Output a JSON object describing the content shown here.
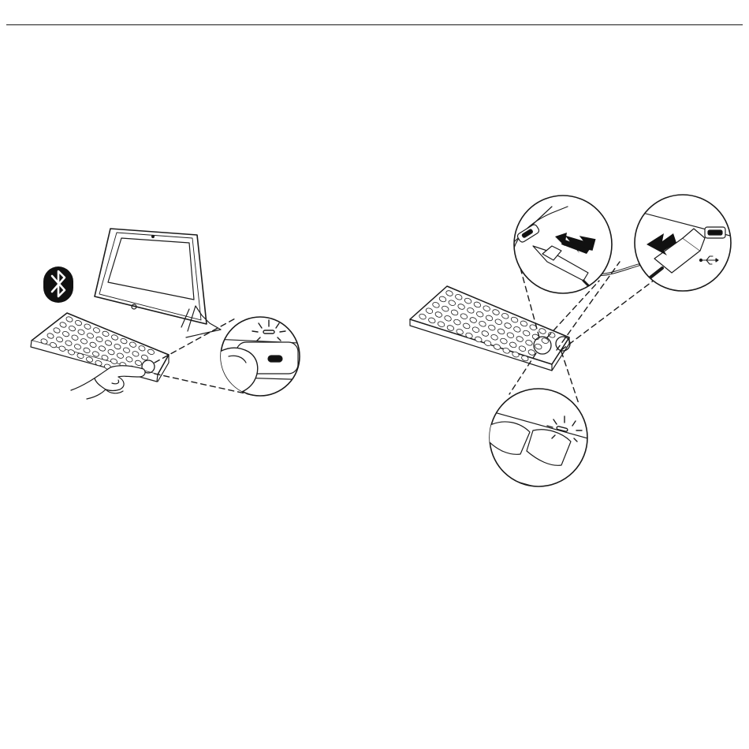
{
  "diagram": {
    "left_panel": {
      "icon": "bluetooth-icon",
      "device": "tablet-with-keyboard-case",
      "detail": "button-press-closeup"
    },
    "right_panel": {
      "device": "keyboard",
      "details": [
        "micro-usb-port-closeup",
        "usb-plug-closeup",
        "status-light-closeup"
      ],
      "icons": [
        "arrow-icon",
        "usb-icon"
      ]
    },
    "colors": {
      "line": "#1a1a1a",
      "background": "#ffffff",
      "key_fill": "#ffffff",
      "dark_fill": "#111111"
    }
  }
}
